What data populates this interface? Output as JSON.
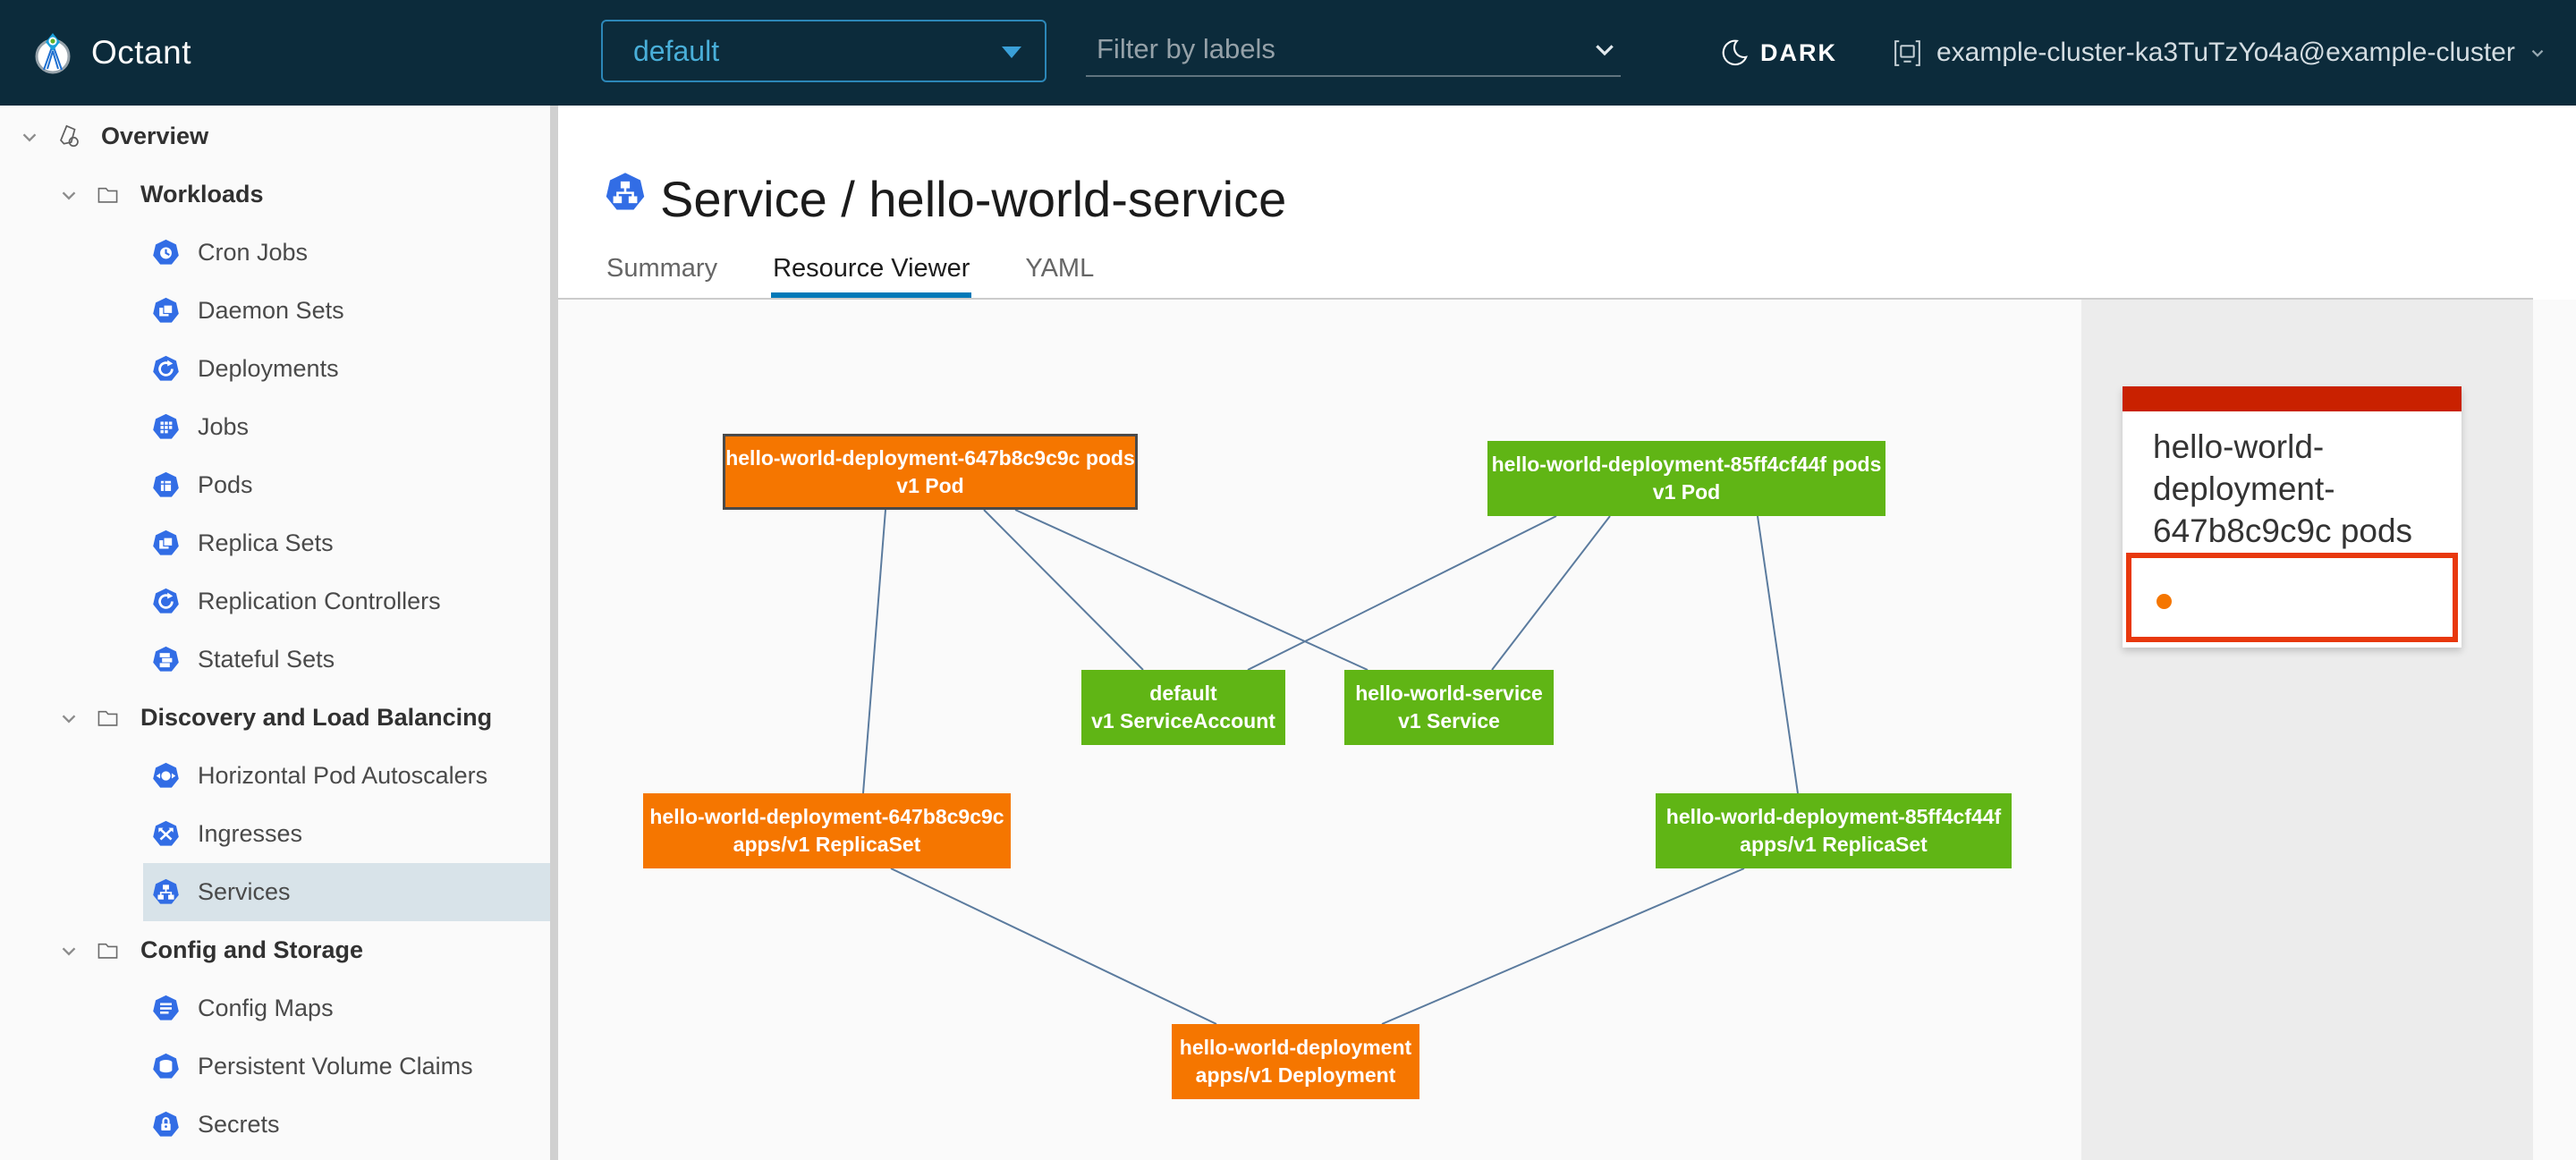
{
  "colors": {
    "header_bg": "#0c2b3b",
    "accent_blue": "#49afd9",
    "k8s_blue": "#326de5",
    "ok_green": "#60b515",
    "warning_orange": "#f57600",
    "edge_line": "#5b7b9e",
    "selected_row_bg": "#d8e3e9",
    "tab_underline_blue": "#0079b8",
    "card_bar_red": "#c92100",
    "alert_border_red": "#e8380d"
  },
  "header": {
    "app_title": "Octant",
    "logo_icon": "octant-logo",
    "namespace_selector": {
      "value": "default",
      "icon": "caret-down-icon"
    },
    "filter": {
      "placeholder": "Filter by labels",
      "icon": "chevron-down-icon"
    },
    "theme_toggle": {
      "label": "DARK",
      "icon": "moon-icon"
    },
    "cluster_selector": {
      "label": "example-cluster-ka3TuTzYo4a@example-cluster",
      "icon": "cluster-icon"
    }
  },
  "sidebar": {
    "items": [
      {
        "label": "Overview",
        "level": 0,
        "icon": "overview-icon",
        "expanded": true
      },
      {
        "label": "Workloads",
        "level": 1,
        "icon": "folder-icon",
        "expanded": true
      },
      {
        "label": "Cron Jobs",
        "level": 2,
        "icon": "cron-jobs-icon"
      },
      {
        "label": "Daemon Sets",
        "level": 2,
        "icon": "daemon-sets-icon"
      },
      {
        "label": "Deployments",
        "level": 2,
        "icon": "deployments-icon"
      },
      {
        "label": "Jobs",
        "level": 2,
        "icon": "jobs-icon"
      },
      {
        "label": "Pods",
        "level": 2,
        "icon": "pods-icon"
      },
      {
        "label": "Replica Sets",
        "level": 2,
        "icon": "replica-sets-icon"
      },
      {
        "label": "Replication Controllers",
        "level": 2,
        "icon": "replication-controllers-icon"
      },
      {
        "label": "Stateful Sets",
        "level": 2,
        "icon": "stateful-sets-icon"
      },
      {
        "label": "Discovery and Load Balancing",
        "level": 1,
        "icon": "folder-icon",
        "expanded": true
      },
      {
        "label": "Horizontal Pod Autoscalers",
        "level": 2,
        "icon": "horizontal-pod-autoscalers-icon"
      },
      {
        "label": "Ingresses",
        "level": 2,
        "icon": "ingresses-icon"
      },
      {
        "label": "Services",
        "level": 2,
        "icon": "services-icon",
        "selected": true
      },
      {
        "label": "Config and Storage",
        "level": 1,
        "icon": "folder-icon",
        "expanded": true
      },
      {
        "label": "Config Maps",
        "level": 2,
        "icon": "config-maps-icon"
      },
      {
        "label": "Persistent Volume Claims",
        "level": 2,
        "icon": "persistent-volume-claims-icon"
      },
      {
        "label": "Secrets",
        "level": 2,
        "icon": "secrets-icon"
      }
    ]
  },
  "main": {
    "title": "Service / hello-world-service",
    "title_icon": "service-icon",
    "tabs": [
      {
        "label": "Summary",
        "active": false
      },
      {
        "label": "Resource Viewer",
        "active": true
      },
      {
        "label": "YAML",
        "active": false
      }
    ]
  },
  "graph": {
    "nodes": [
      {
        "name": "hello-world-deployment-647b8c9c9c pods",
        "meta": "v1 Pod",
        "status": "warning",
        "selected": true
      },
      {
        "name": "hello-world-deployment-85ff4cf44f pods",
        "meta": "v1 Pod",
        "status": "ok",
        "selected": false
      },
      {
        "name": "default",
        "meta": "v1 ServiceAccount",
        "status": "ok",
        "selected": false
      },
      {
        "name": "hello-world-service",
        "meta": "v1 Service",
        "status": "ok",
        "selected": false
      },
      {
        "name": "hello-world-deployment-647b8c9c9c",
        "meta": "apps/v1 ReplicaSet",
        "status": "warning",
        "selected": false
      },
      {
        "name": "hello-world-deployment-85ff4cf44f",
        "meta": "apps/v1 ReplicaSet",
        "status": "ok",
        "selected": false
      },
      {
        "name": "hello-world-deployment",
        "meta": "apps/v1 Deployment",
        "status": "warning",
        "selected": false
      }
    ],
    "edges": [
      [
        "pod-647b8c9c9c",
        "replicaset-647b8c9c9c"
      ],
      [
        "pod-647b8c9c9c",
        "serviceaccount-default"
      ],
      [
        "pod-647b8c9c9c",
        "service-hello-world-service"
      ],
      [
        "pod-85ff4cf44f",
        "serviceaccount-default"
      ],
      [
        "pod-85ff4cf44f",
        "service-hello-world-service"
      ],
      [
        "pod-85ff4cf44f",
        "replicaset-85ff4cf44f"
      ],
      [
        "replicaset-647b8c9c9c",
        "deployment-hello-world-deployment"
      ],
      [
        "replicaset-85ff4cf44f",
        "deployment-hello-world-deployment"
      ]
    ]
  },
  "detail_panel": {
    "card_title": "hello-world-deployment-647b8c9c9c pods",
    "status_dot": "warning-dot-icon"
  }
}
